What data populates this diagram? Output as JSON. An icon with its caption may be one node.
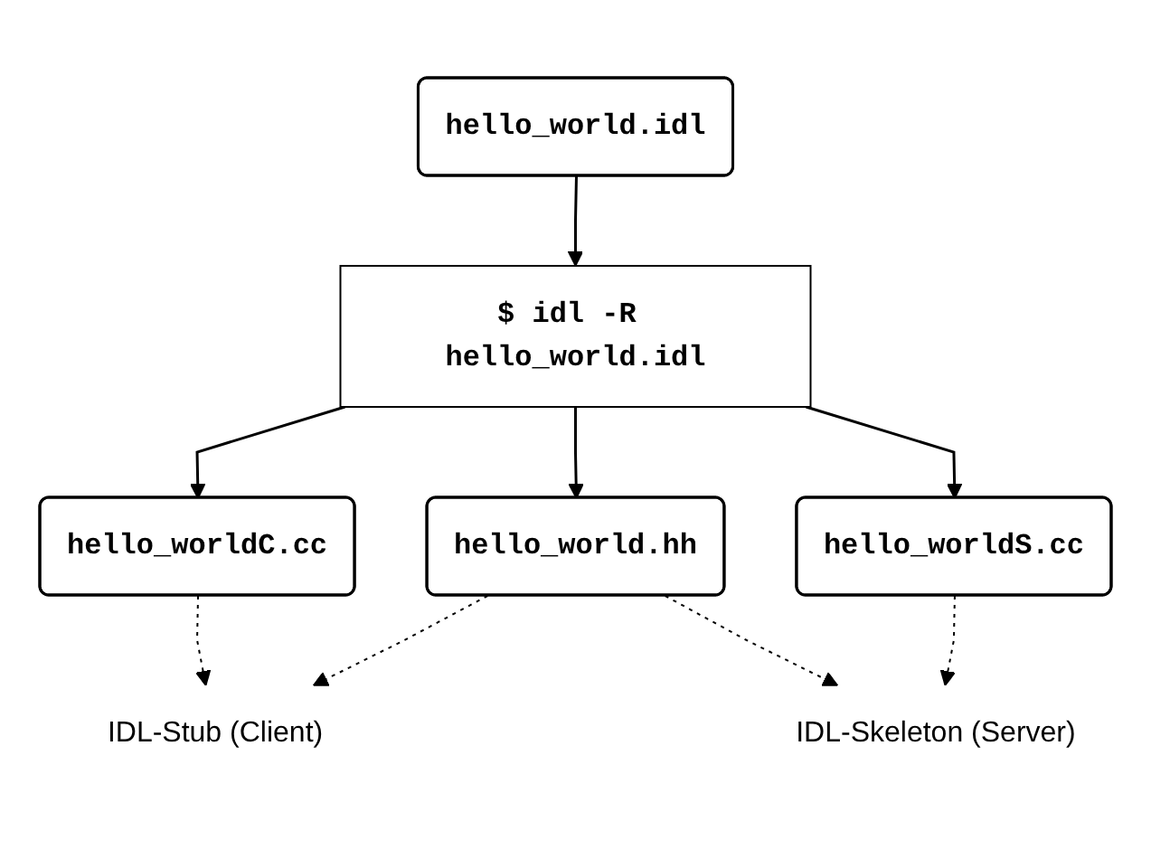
{
  "diagram": {
    "nodes": [
      {
        "text": [
          "hello_world.idl"
        ]
      },
      {
        "text": [
          "$ idl -R hello_world.idl"
        ]
      },
      {
        "text": [
          "hello_worldC.cc"
        ]
      },
      {
        "text": [
          "hello_world.hh"
        ]
      },
      {
        "text": [
          "hello_worldS.cc"
        ]
      },
      {
        "text": [
          "IDL-Stub (Client)"
        ]
      },
      {
        "text": [
          "IDL-Skeleton (Server)"
        ]
      }
    ],
    "edges": [
      {
        "from": 0,
        "to": 1,
        "arrow": "to"
      },
      {
        "from": 1,
        "to": 2,
        "arrow": "to"
      },
      {
        "from": 1,
        "to": 3,
        "arrow": "to"
      },
      {
        "from": 1,
        "to": 4,
        "arrow": "to"
      },
      {
        "from": 2,
        "to": 5,
        "arrow": "to",
        "style": "dashed"
      },
      {
        "from": 3,
        "to": 5,
        "arrow": "to",
        "style": "dashed"
      },
      {
        "from": 3,
        "to": 6,
        "arrow": "to",
        "style": "dashed"
      },
      {
        "from": 4,
        "to": 6,
        "arrow": "to",
        "style": "dashed"
      }
    ]
  }
}
